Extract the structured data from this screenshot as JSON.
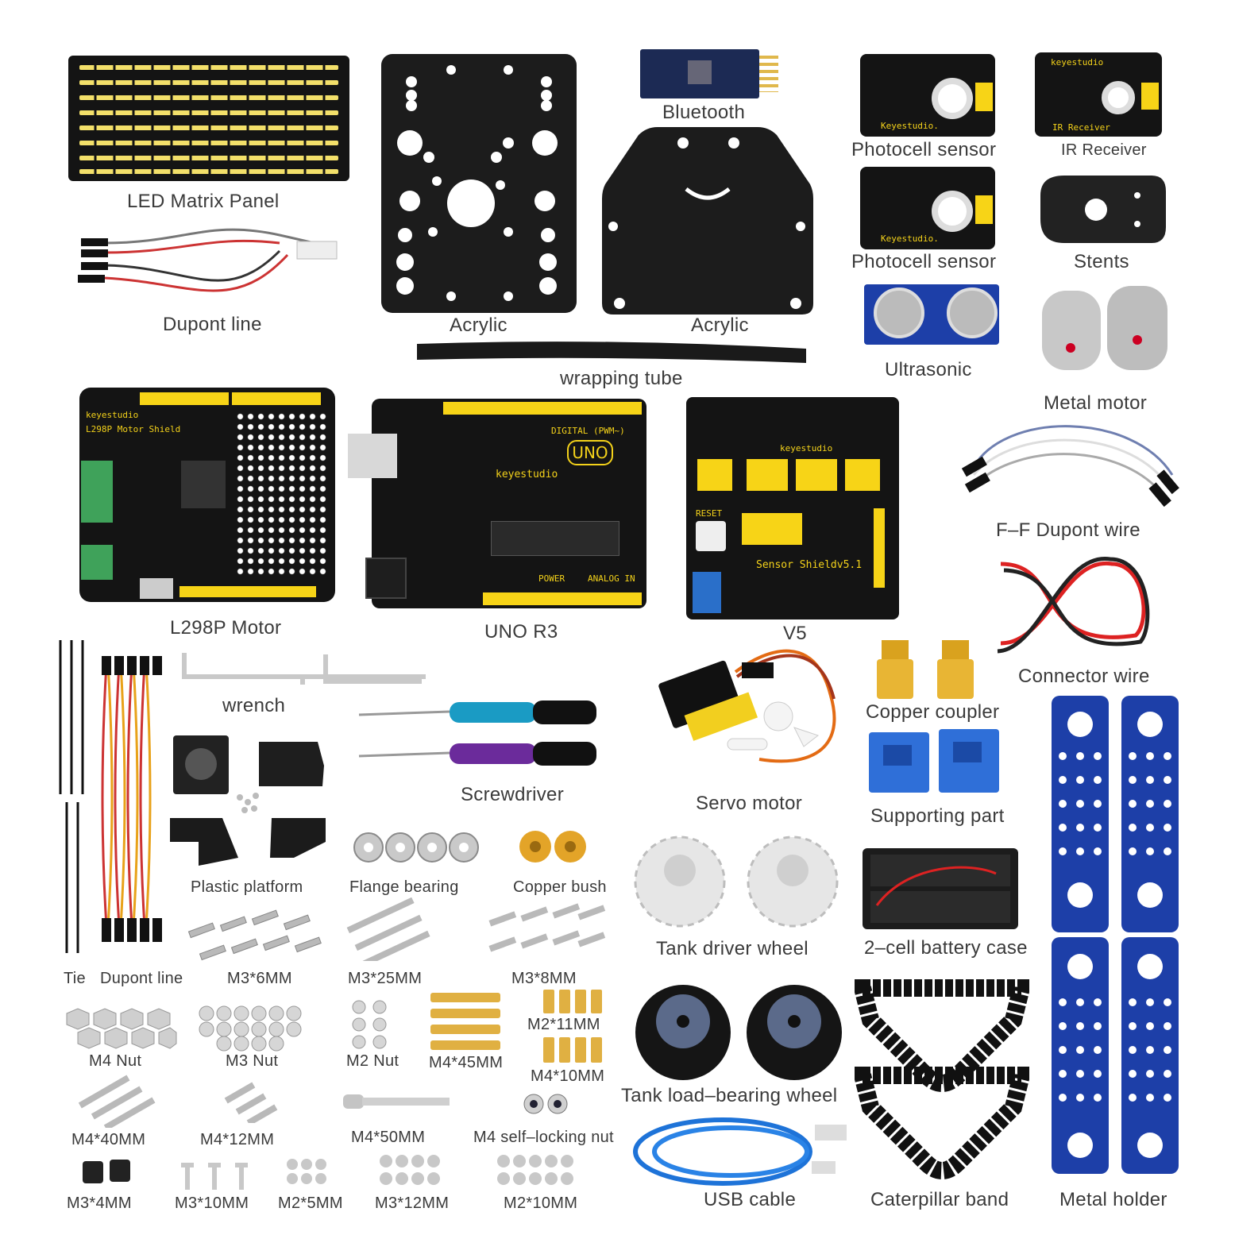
{
  "labels": {
    "led_matrix": "LED Matrix Panel",
    "acrylic_1": "Acrylic",
    "acrylic_2": "Acrylic",
    "bluetooth": "Bluetooth",
    "photocell_1": "Photocell sensor",
    "ir_receiver": "IR Receiver",
    "photocell_2": "Photocell sensor",
    "stents": "Stents",
    "dupont_line_top": "Dupont line",
    "wrapping_tube": "wrapping tube",
    "ultrasonic": "Ultrasonic",
    "metal_motor": "Metal motor",
    "l298p": "L298P Motor",
    "uno": "UNO R3",
    "v5": "V5",
    "ff_dupont": "F–F Dupont wire",
    "connector_wire": "Connector wire",
    "wrench": "wrench",
    "screwdriver": "Screwdriver",
    "servo": "Servo motor",
    "copper_coupler": "Copper coupler",
    "supporting_part": "Supporting part",
    "plastic_platform": "Plastic platform",
    "flange_bearing": "Flange bearing",
    "copper_bush": "Copper bush",
    "tank_driver_wheel": "Tank driver wheel",
    "battery_case": "2–cell battery case",
    "tie": "Tie",
    "dupont_line_bottom": "Dupont line",
    "m3x6": "M3*6MM",
    "m3x25": "M3*25MM",
    "m3x8": "M3*8MM",
    "m2x11": "M2*11MM",
    "m4_nut": "M4 Nut",
    "m3_nut": "M3 Nut",
    "m2_nut": "M2 Nut",
    "m4x45": "M4*45MM",
    "m4x10": "M4*10MM",
    "tank_load_wheel": "Tank load–bearing wheel",
    "m4x40": "M4*40MM",
    "m4x12": "M4*12MM",
    "m4x50": "M4*50MM",
    "m4_self_locking": "M4 self–locking nut",
    "m3x4": "M3*4MM",
    "m3x10": "M3*10MM",
    "m2x5": "M2*5MM",
    "m3x12": "M3*12MM",
    "m2x10": "M2*10MM",
    "usb_cable": "USB cable",
    "caterpillar": "Caterpillar band",
    "metal_holder": "Metal holder"
  },
  "board_text": {
    "keyestudio": "keyestudio",
    "keyestudio_sensor": "Keyestudio.",
    "ir_board": "IR Receiver",
    "l298p_title": "L298P Motor Shield",
    "uno_logo": "UNO",
    "digital": "DIGITAL (PWM~)",
    "power": "POWER",
    "analog_in": "ANALOG IN",
    "sensor_shield": "Sensor Shieldv5.1",
    "reset": "RESET"
  },
  "colors": {
    "pcb": "#141414",
    "header_yellow": "#f7d417",
    "metal_blue": "#1d3fa8",
    "acrylic": "#1c1c1c",
    "brass": "#d9a21e",
    "text_gray": "#3a3a3a"
  }
}
